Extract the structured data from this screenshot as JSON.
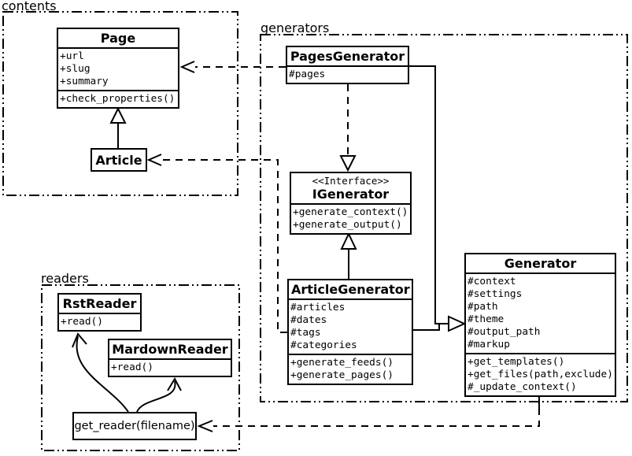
{
  "colors": {
    "line": "#000000",
    "background": "#ffffff",
    "box_fill": "#ffffff"
  },
  "packages": [
    {
      "name": "contents"
    },
    {
      "name": "generators"
    },
    {
      "name": "readers"
    }
  ],
  "classes": {
    "page": {
      "title": "Page",
      "attributes": [
        "+url",
        "+slug",
        "+summary"
      ],
      "methods": [
        "+check_properties()"
      ]
    },
    "article": {
      "title": "Article"
    },
    "pages_generator": {
      "title": "PagesGenerator",
      "attributes": [
        "#pages"
      ]
    },
    "igenerator": {
      "stereotype": "<<Interface>>",
      "title": "IGenerator",
      "methods": [
        "+generate_context()",
        "+generate_output()"
      ]
    },
    "article_generator": {
      "title": "ArticleGenerator",
      "attributes": [
        "#articles",
        "#dates",
        "#tags",
        "#categories"
      ],
      "methods": [
        "+generate_feeds()",
        "+generate_pages()"
      ]
    },
    "generator": {
      "title": "Generator",
      "attributes": [
        "#context",
        "#settings",
        "#path",
        "#theme",
        "#output_path",
        "#markup"
      ],
      "methods": [
        "+get_templates()",
        "+get_files(path,exclude)",
        "#_update_context()"
      ]
    },
    "rst_reader": {
      "title": "RstReader",
      "methods": [
        "+read()"
      ]
    },
    "mardown_reader": {
      "title": "MardownReader",
      "methods": [
        "+read()"
      ]
    }
  },
  "nodes": {
    "get_reader": {
      "label": "get_reader(filename)"
    }
  },
  "relationships": [
    {
      "type": "generalization",
      "from": "Article",
      "to": "Page"
    },
    {
      "type": "dependency",
      "from": "PagesGenerator",
      "to": "Page"
    },
    {
      "type": "dependency",
      "from": "ArticleGenerator",
      "to": "Article"
    },
    {
      "type": "realization",
      "from": "PagesGenerator",
      "to": "IGenerator"
    },
    {
      "type": "generalization",
      "from": "ArticleGenerator",
      "to": "IGenerator"
    },
    {
      "type": "generalization",
      "from": "PagesGenerator",
      "to": "Generator"
    },
    {
      "type": "generalization",
      "from": "ArticleGenerator",
      "to": "Generator"
    },
    {
      "type": "dependency",
      "from": "Generator",
      "to": "get_reader(filename)"
    },
    {
      "type": "arrow",
      "from": "get_reader(filename)",
      "to": "RstReader"
    },
    {
      "type": "arrow",
      "from": "get_reader(filename)",
      "to": "MardownReader"
    }
  ]
}
